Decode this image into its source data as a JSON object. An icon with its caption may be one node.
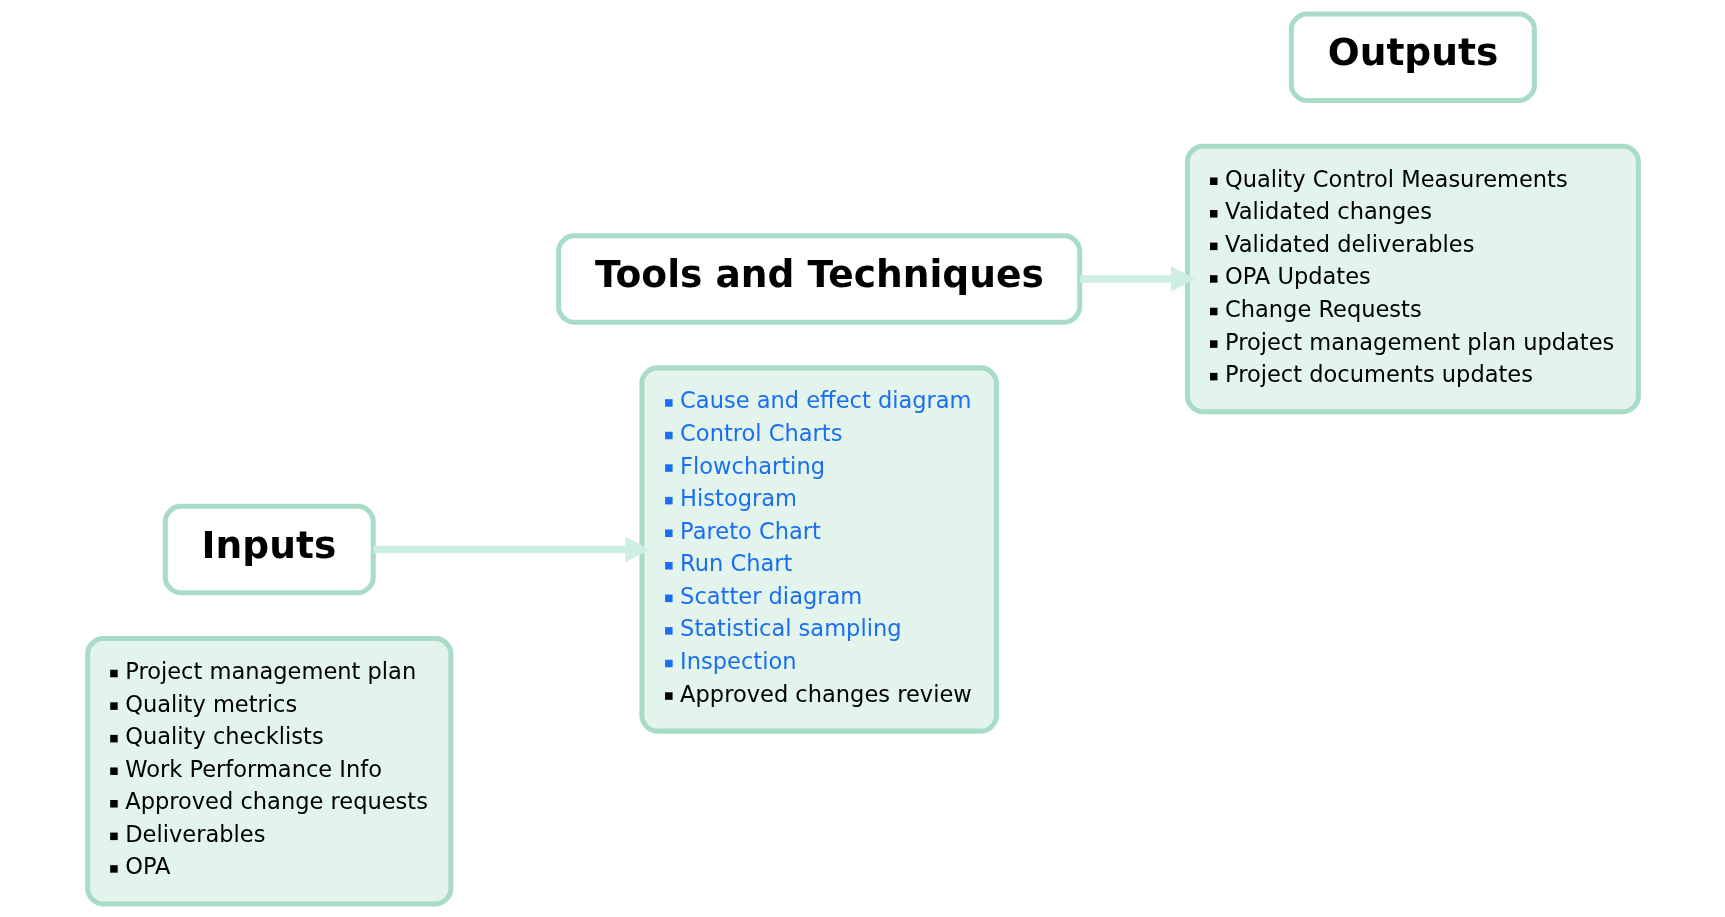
{
  "diagram": {
    "nodes": [
      {
        "text": [
          "Project management plan",
          "Quality metrics",
          "Quality checklists",
          "Work Performance Info",
          "Approved change requests",
          "Deliverables",
          "OPA"
        ]
      },
      {
        "text": [
          "Inputs"
        ]
      },
      {
        "text": [
          "Tools and Techniques"
        ]
      },
      {
        "text": [
          "Cause and effect diagram",
          "Control Charts",
          "Flowcharting",
          "Histogram",
          "Pareto Chart",
          "Run Chart",
          "Scatter diagram",
          "Statistical sampling",
          "Inspection",
          "Approved changes review"
        ]
      },
      {
        "text": [
          "Quality Control Measurements",
          "Validated changes",
          "Validated deliverables",
          "OPA Updates",
          "Change Requests",
          "Project management plan updates",
          "Project documents updates"
        ]
      },
      {
        "text": [
          "Outputs"
        ]
      }
    ],
    "edges": [
      {
        "from": 1,
        "to": 3,
        "arrow": "to"
      },
      {
        "from": 2,
        "to": 4,
        "arrow": "to"
      }
    ]
  }
}
